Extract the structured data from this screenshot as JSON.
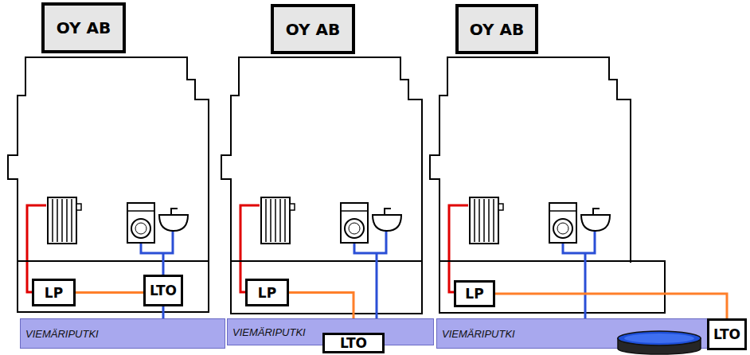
{
  "diagram": {
    "nodes": [
      {
        "text": [
          "OY AB"
        ]
      },
      {
        "text": [
          "LP"
        ]
      },
      {
        "text": [
          "LTO"
        ]
      },
      {
        "text": [
          "VIEMÄRIPUTKI"
        ]
      },
      {
        "text": [
          "OY AB"
        ]
      },
      {
        "text": [
          "LP"
        ]
      },
      {
        "text": [
          "VIEMÄRIPUTKI"
        ]
      },
      {
        "text": [
          "LTO"
        ]
      },
      {
        "text": [
          "OY AB"
        ]
      },
      {
        "text": [
          "LP"
        ]
      },
      {
        "text": [
          "VIEMÄRIPUTKI"
        ]
      },
      {
        "text": [
          "LTO"
        ]
      }
    ],
    "edges": [
      {
        "from": 1,
        "to": 2,
        "arrow": "none"
      },
      {
        "from": 2,
        "to": 3,
        "arrow": "none"
      },
      {
        "from": 5,
        "to": 7,
        "arrow": "none"
      },
      {
        "from": 9,
        "to": 11,
        "arrow": "none"
      }
    ]
  }
}
